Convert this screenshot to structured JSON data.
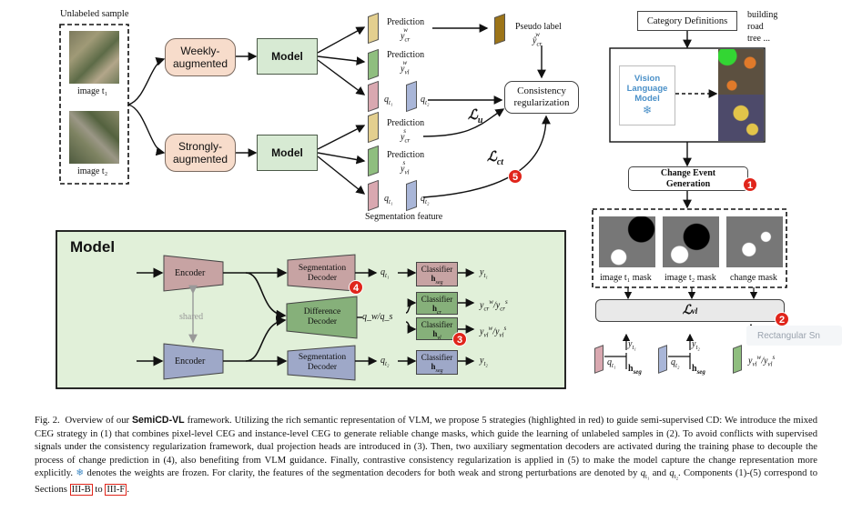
{
  "left": {
    "unlabeled_title": "Unlabeled sample",
    "image_t1": "image t₁",
    "image_t2": "image t₂",
    "weak_aug": "Weekly-\naugmented",
    "strong_aug": "Strongly-\naugmented",
    "model": "Model",
    "prediction": "Prediction",
    "y_cr_w": "y",
    "pseudo_label": "Pseudo label",
    "consistency": "Consistency\nregularization",
    "l_u": "ℒ",
    "l_ct": "ℒ",
    "q1": "q",
    "q2": "q",
    "seg_feature": "Segmentation feature"
  },
  "model_panel": {
    "title": "Model",
    "encoder": "Encoder",
    "shared": "shared",
    "seg_decoder": "Segmentation\nDecoder",
    "diff_decoder": "Difference\nDecoder",
    "classifier": "Classifier",
    "h_seg": "h",
    "h_cr": "h",
    "h_vl": "h",
    "qwqs": "q_w/q_s",
    "y_t1": "y",
    "y_t2": "y"
  },
  "right": {
    "category_definitions": "Category Definitions",
    "categories": [
      "building",
      "road",
      "tree ..."
    ],
    "vlm": "Vision\nLanguage\nModel",
    "ceg": "Change Event\nGeneration",
    "mask_labels": [
      "image t₁ mask",
      "image t₂ mask",
      "change mask"
    ],
    "l_vl": "ℒ",
    "tooltip": "Rectangular Sn"
  },
  "badges": [
    "1",
    "2",
    "3",
    "4",
    "5"
  ],
  "caption": {
    "fig": "Fig. 2.",
    "lead": "Overview of our",
    "name": "SemiCD-VL",
    "text1": "framework. Utilizing the rich semantic representation of VLM, we propose 5 strategies (highlighted in red) to guide semi-supervised CD: We introduce the mixed CEG strategy in (1) that combines pixel-level CEG and instance-level CEG to generate reliable change masks, which guide the learning of unlabeled samples in (2). To avoid conflicts with supervised signals under the consistency regularization framework, dual projection heads are introduced in (3). Then, two auxiliary segmentation decoders are activated during the training phase to decouple the process of change prediction in (4), also benefiting from VLM guidance. Finally, contrastive consistency regularization is applied in (5) to make the model capture the change representation more explicitly.",
    "text2": "denotes the weights are frozen. For clarity, the features of the segmentation decoders for both weak and strong perturbations are denoted by",
    "and": "and",
    "text3": ". Components (1)-(5) correspond to Sections",
    "ref1": "III-B",
    "to": "to",
    "ref2": "III-F",
    "end": "."
  },
  "colors": {
    "badge_red": "#e0251b",
    "panel_green": "#e1f0d9",
    "encoder_pink": "#c7a3a3",
    "encoder_blue": "#9ea8c8",
    "diff_green": "#86b07a",
    "pred_yellow": "#e3cf8f",
    "pseudo_brown": "#9c7418"
  }
}
